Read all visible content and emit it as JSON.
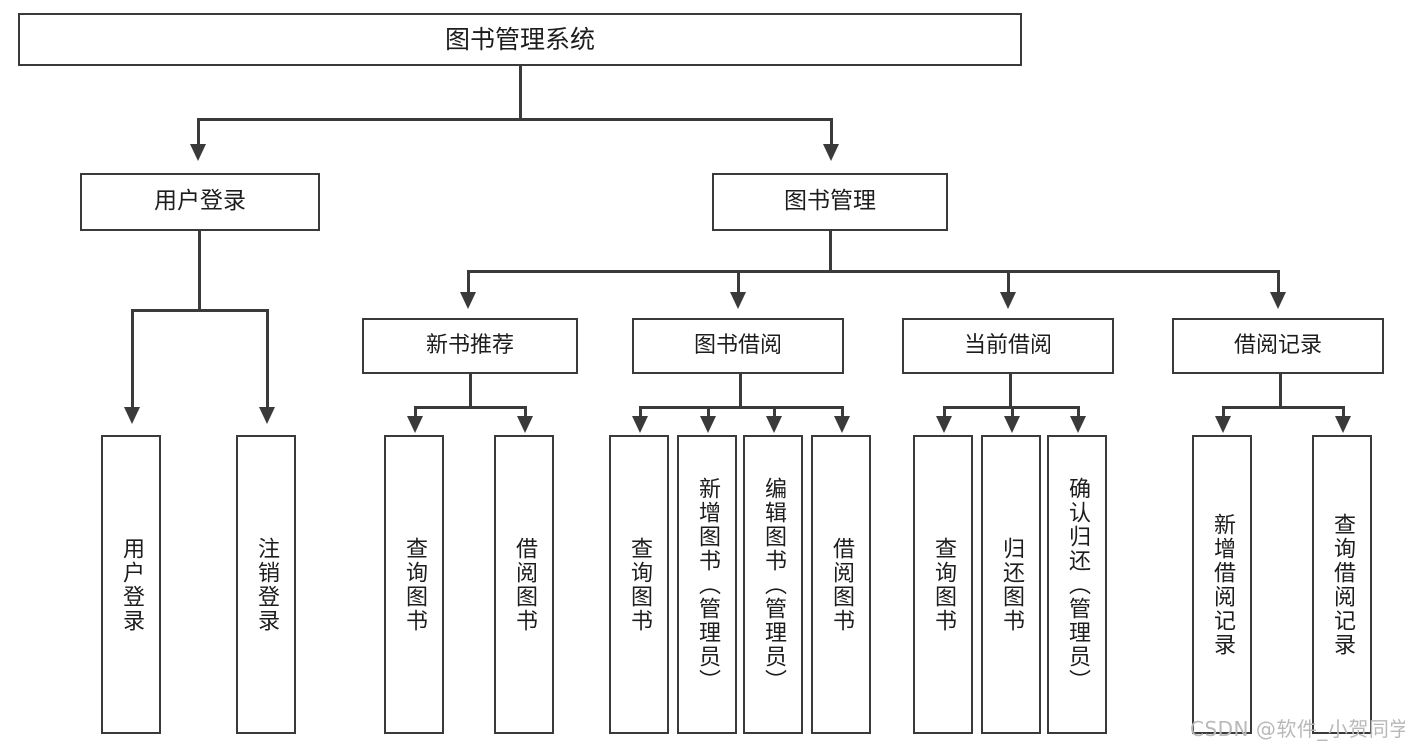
{
  "diagram": {
    "title": "图书管理系统",
    "type": "功能结构图",
    "line_color": "#3a3a3a",
    "box_fill": "#ffffff",
    "text_color": "#1d1d1d"
  },
  "root": {
    "label": "图书管理系统"
  },
  "level2": [
    {
      "label": "用户登录"
    },
    {
      "label": "图书管理"
    }
  ],
  "level3": [
    {
      "label": "新书推荐"
    },
    {
      "label": "图书借阅"
    },
    {
      "label": "当前借阅"
    },
    {
      "label": "借阅记录"
    }
  ],
  "leaves": {
    "user_login": [
      {
        "label": "用户登录"
      },
      {
        "label": "注销登录"
      }
    ],
    "new_book": [
      {
        "label": "查询图书"
      },
      {
        "label": "借阅图书"
      }
    ],
    "book_borrow": [
      {
        "label": "查询图书"
      },
      {
        "label": "新增图书（管理员）"
      },
      {
        "label": "编辑图书（管理员）"
      },
      {
        "label": "借阅图书"
      }
    ],
    "current_borrow": [
      {
        "label": "查询图书"
      },
      {
        "label": "归还图书"
      },
      {
        "label": "确认归还（管理员）"
      }
    ],
    "borrow_record": [
      {
        "label": "新增借阅记录"
      },
      {
        "label": "查询借阅记录"
      }
    ]
  },
  "watermark": {
    "text": "CSDN @软件_小贺同学"
  }
}
